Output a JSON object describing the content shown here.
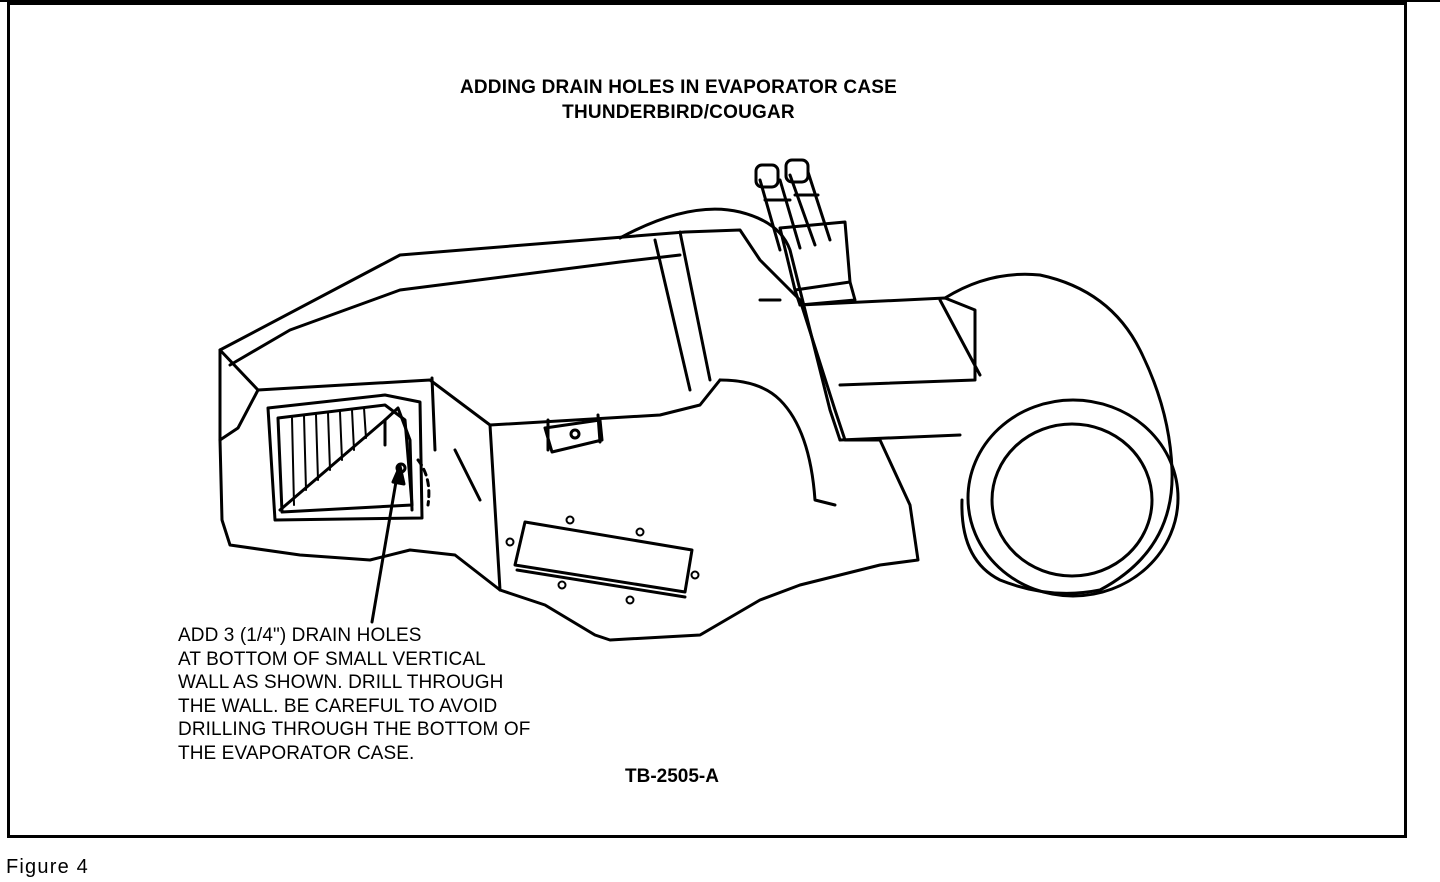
{
  "figure": {
    "title_line1": "ADDING DRAIN HOLES IN EVAPORATOR CASE",
    "title_line2": "THUNDERBIRD/COUGAR",
    "note_lines": [
      "ADD 3 (1/4\") DRAIN HOLES",
      "AT BOTTOM OF SMALL VERTICAL",
      "WALL AS SHOWN. DRILL THROUGH",
      "THE WALL. BE CAREFUL TO AVOID",
      "DRILLING THROUGH THE BOTTOM OF",
      "THE EVAPORATOR CASE."
    ],
    "reference": "TB-2505-A",
    "caption": "Figure 4"
  },
  "colors": {
    "line": "#000000",
    "background": "#ffffff"
  }
}
